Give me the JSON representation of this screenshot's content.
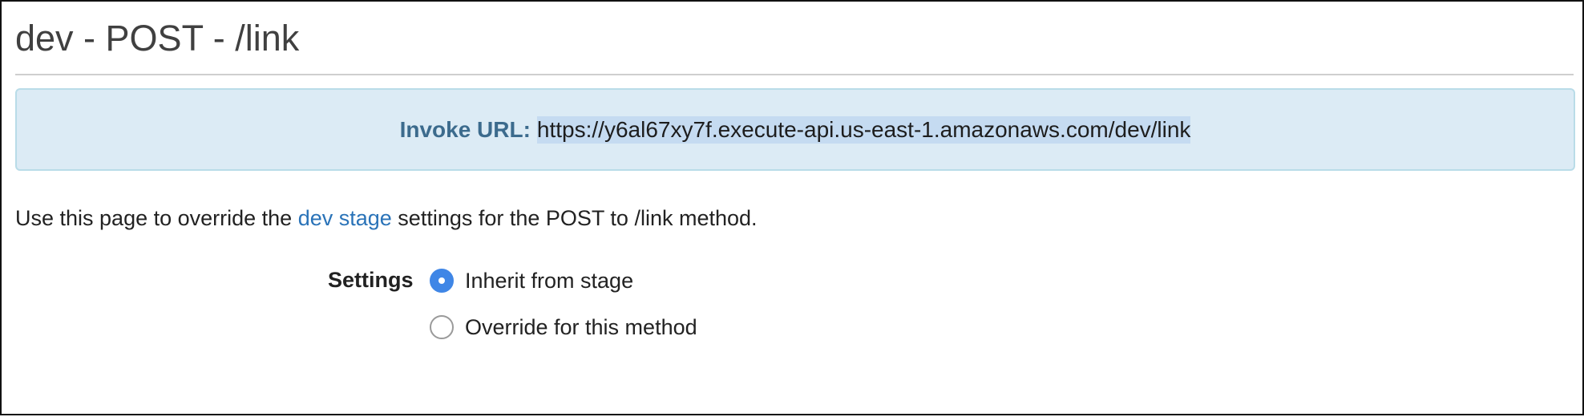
{
  "header": {
    "title": "dev - POST - /link"
  },
  "invoke": {
    "label": "Invoke URL:",
    "url": "https://y6al67xy7f.execute-api.us-east-1.amazonaws.com/dev/link"
  },
  "description": {
    "prefix": "Use this page to override the ",
    "link_text": "dev stage",
    "suffix": " settings for the POST to /link method."
  },
  "settings": {
    "label": "Settings",
    "options": [
      {
        "label": "Inherit from stage",
        "selected": true
      },
      {
        "label": "Override for this method",
        "selected": false
      }
    ]
  },
  "colors": {
    "accent": "#3f86e6",
    "link": "#2a73b8",
    "panel_bg": "#dcebf5",
    "url_label": "#3c6b8d"
  }
}
